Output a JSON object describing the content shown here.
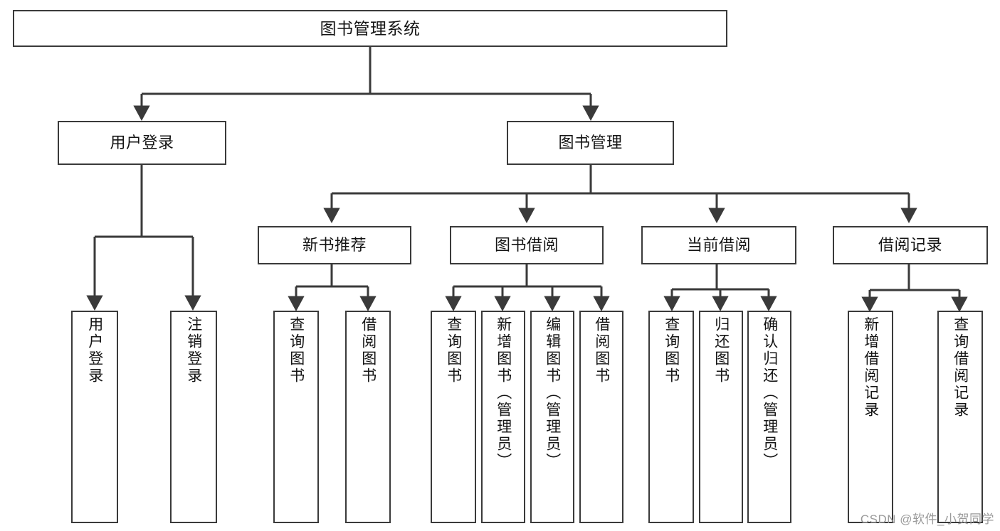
{
  "diagram": {
    "type": "tree-hierarchy",
    "title": "图书管理系统",
    "watermark": "CSDN @软件_小贺同学",
    "colors": {
      "box_border": "#3a3a3a",
      "box_fill": "#ffffff",
      "edge": "#3a3a3a",
      "text": "#141414",
      "watermark": "#9a9a9a",
      "background": "#ffffff"
    },
    "nodes": {
      "root": {
        "label": "图书管理系统",
        "level": 1,
        "orientation": "horizontal"
      },
      "l2": [
        {
          "id": "user-login",
          "label": "用户登录",
          "level": 2,
          "orientation": "horizontal"
        },
        {
          "id": "book-manage",
          "label": "图书管理",
          "level": 2,
          "orientation": "horizontal"
        }
      ],
      "l3": [
        {
          "id": "new-book-rec",
          "label": "新书推荐",
          "level": 3,
          "orientation": "horizontal",
          "parent": "book-manage"
        },
        {
          "id": "book-borrow",
          "label": "图书借阅",
          "level": 3,
          "orientation": "horizontal",
          "parent": "book-manage"
        },
        {
          "id": "current-borrow",
          "label": "当前借阅",
          "level": 3,
          "orientation": "horizontal",
          "parent": "book-manage"
        },
        {
          "id": "borrow-record",
          "label": "借阅记录",
          "level": 3,
          "orientation": "horizontal",
          "parent": "book-manage"
        }
      ],
      "leaves": [
        {
          "id": "leaf-user-login",
          "label": "用户登录",
          "parent": "user-login",
          "orientation": "vertical"
        },
        {
          "id": "leaf-logout",
          "label": "注销登录",
          "parent": "user-login",
          "orientation": "vertical"
        },
        {
          "id": "leaf-query-book-1",
          "label": "查询图书",
          "parent": "new-book-rec",
          "orientation": "vertical"
        },
        {
          "id": "leaf-borrow-book-1",
          "label": "借阅图书",
          "parent": "new-book-rec",
          "orientation": "vertical"
        },
        {
          "id": "leaf-query-book-2",
          "label": "查询图书",
          "parent": "book-borrow",
          "orientation": "vertical"
        },
        {
          "id": "leaf-add-book",
          "label": "新增图书（管理员）",
          "parent": "book-borrow",
          "orientation": "vertical"
        },
        {
          "id": "leaf-edit-book",
          "label": "编辑图书（管理员）",
          "parent": "book-borrow",
          "orientation": "vertical"
        },
        {
          "id": "leaf-borrow-book-2",
          "label": "借阅图书",
          "parent": "book-borrow",
          "orientation": "vertical"
        },
        {
          "id": "leaf-query-book-3",
          "label": "查询图书",
          "parent": "current-borrow",
          "orientation": "vertical"
        },
        {
          "id": "leaf-return-book",
          "label": "归还图书",
          "parent": "current-borrow",
          "orientation": "vertical"
        },
        {
          "id": "leaf-confirm-return",
          "label": "确认归还（管理员）",
          "parent": "current-borrow",
          "orientation": "vertical"
        },
        {
          "id": "leaf-add-record",
          "label": "新增借阅记录",
          "parent": "borrow-record",
          "orientation": "vertical"
        },
        {
          "id": "leaf-query-record",
          "label": "查询借阅记录",
          "parent": "borrow-record",
          "orientation": "vertical"
        }
      ]
    }
  }
}
